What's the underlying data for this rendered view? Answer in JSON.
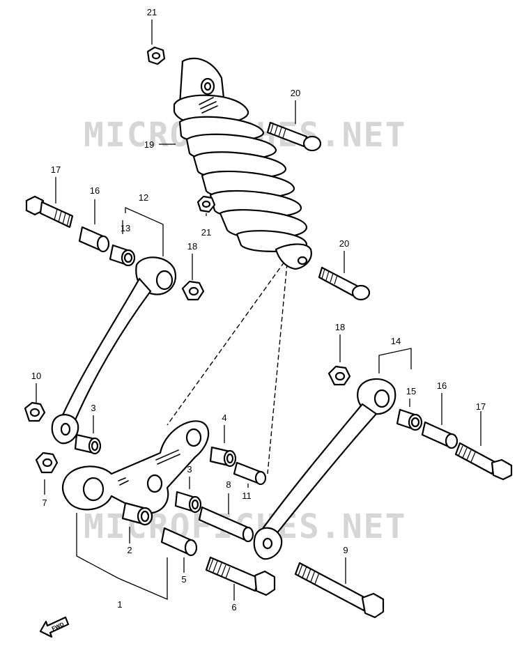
{
  "watermark": {
    "top": "MICROFICHES.NET",
    "bottom": "MICROFICHES.NET",
    "color": "#d6d6d6"
  },
  "fwd_label": "FWD",
  "callouts": {
    "c21a": "21",
    "c20a": "20",
    "c19": "19",
    "c17a": "17",
    "c16a": "16",
    "c12": "12",
    "c13": "13",
    "c21b": "21",
    "c18a": "18",
    "c20b": "20",
    "c18b": "18",
    "c14": "14",
    "c15": "15",
    "c16b": "16",
    "c17b": "17",
    "c10": "10",
    "c3a": "3",
    "c4": "4",
    "c7": "7",
    "c3b": "3",
    "c8": "8",
    "c11": "11",
    "c2": "2",
    "c5": "5",
    "c1": "1",
    "c6": "6",
    "c9": "9"
  }
}
